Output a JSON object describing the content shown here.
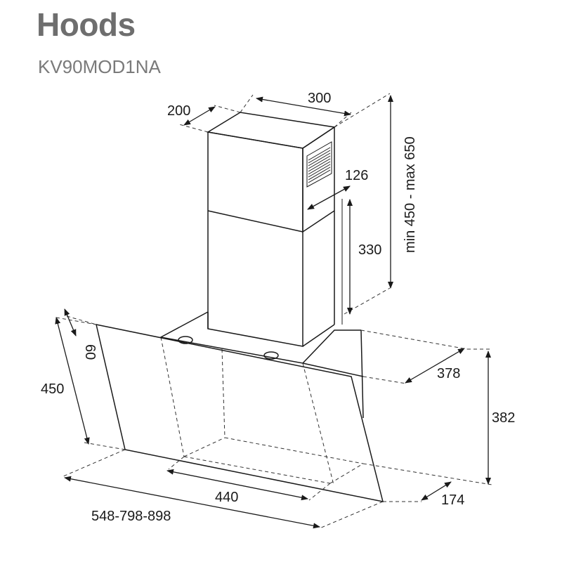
{
  "header": {
    "title": "Hoods",
    "model": "KV90MOD1NA"
  },
  "dimensions": {
    "chimney_depth": "200",
    "chimney_width": "300",
    "outlet_offset": "126",
    "chimney_height": "330",
    "height_range": "min 450 - max 650",
    "glass_top": "60",
    "glass_height": "450",
    "body_depth": "378",
    "total_height": "382",
    "base_width": "440",
    "front_depth": "174",
    "widths": "548-798-898"
  }
}
